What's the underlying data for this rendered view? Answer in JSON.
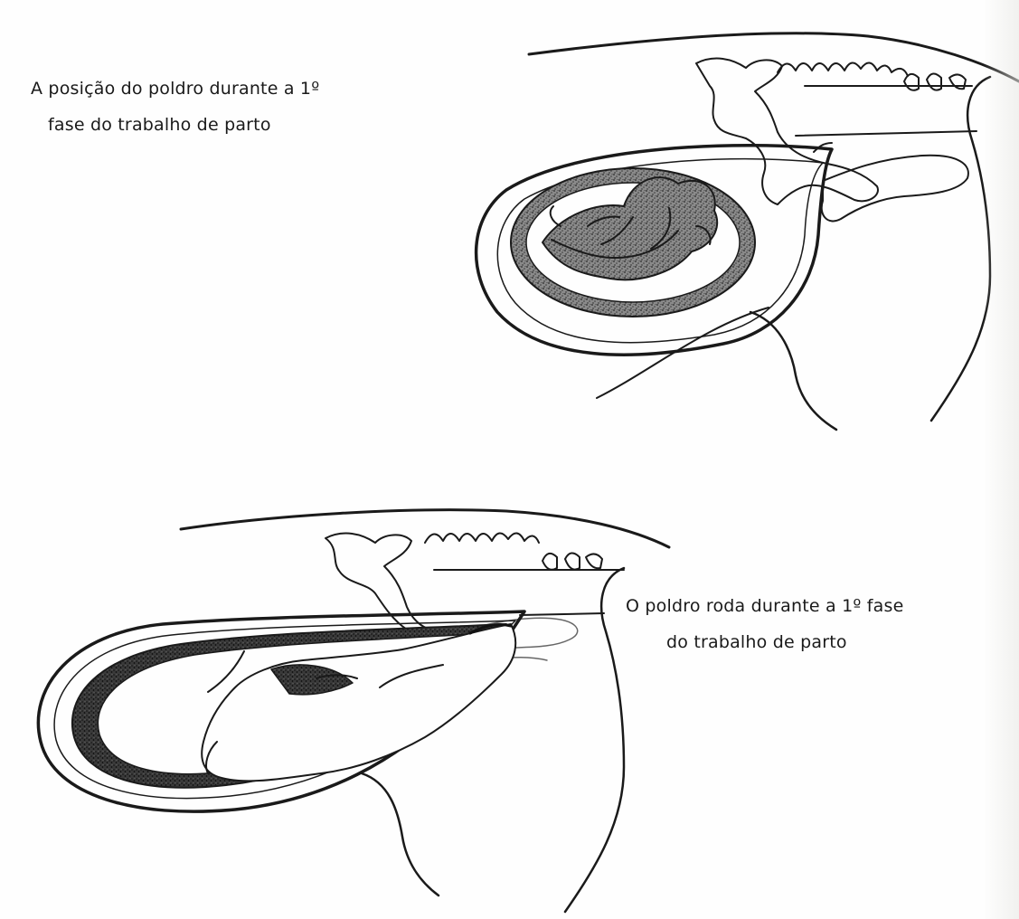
{
  "figure_top": {
    "caption_line_1": "A posição do poldro durante a 1º",
    "caption_line_2": "fase do trabalho de parto"
  },
  "figure_bottom": {
    "caption_line_1": "O poldro roda durante a 1º fase",
    "caption_line_2": "do trabalho de parto"
  },
  "colors": {
    "ink": "#1a1a1a",
    "stipple": "#555555",
    "paper": "#fefefe"
  }
}
